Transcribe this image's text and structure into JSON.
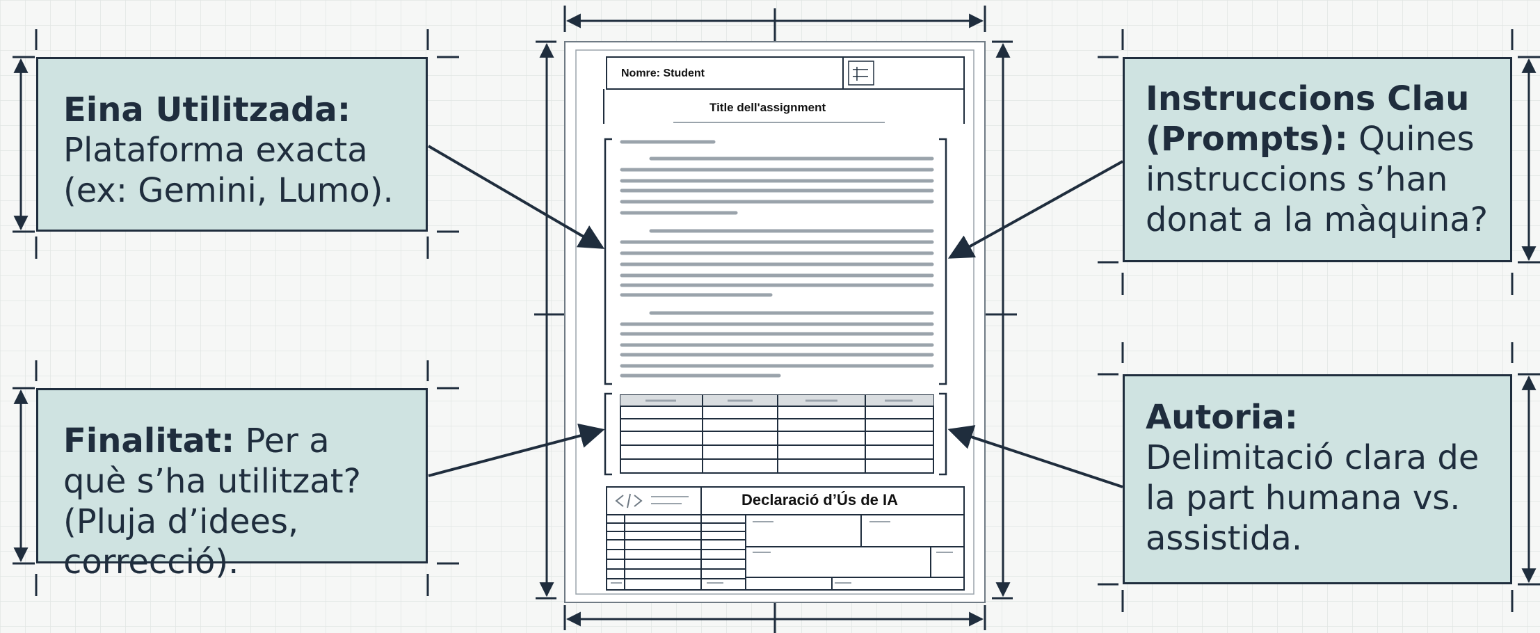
{
  "colors": {
    "background": "#f6f7f6",
    "grid": "#e1e5e4",
    "box_fill": "#cfe3e1",
    "ink": "#1f2d3d"
  },
  "callouts": {
    "tool": {
      "title": "Eina Utilitzada:",
      "text": "Plataforma exacta (ex: Gemini, Lumo)."
    },
    "purpose": {
      "title": "Finalitat:",
      "text": "Per a què s’ha utilitzat? (Pluja d’idees, correcció)."
    },
    "prompts": {
      "title": "Instruccions Clau (Prompts):",
      "text": "Quines instruccions s’han donat a la màquina?"
    },
    "authorship": {
      "title": "Autoria:",
      "text": "Delimitació clara de la part humana vs. assistida."
    }
  },
  "document": {
    "name_field": "Nomre: Student",
    "title": "Title dell'assignment",
    "declaration_title": "Declaració d’Ús de IA"
  }
}
